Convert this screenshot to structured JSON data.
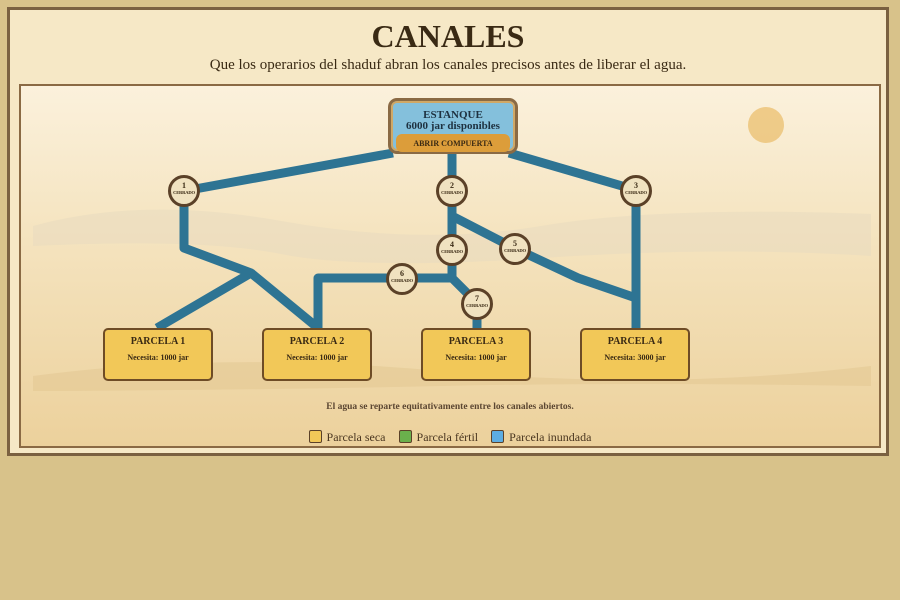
{
  "header": {
    "title": "CANALES",
    "subtitle": "Que los operarios del shaduf abran los canales precisos antes de liberar el agua."
  },
  "pond": {
    "title": "ESTANQUE",
    "amount": "6000 jar disponibles",
    "button_label": "ABRIR COMPUERTA"
  },
  "gates": [
    {
      "number": "1",
      "status": "CERRADO"
    },
    {
      "number": "2",
      "status": "CERRADO"
    },
    {
      "number": "3",
      "status": "CERRADO"
    },
    {
      "number": "4",
      "status": "CERRADO"
    },
    {
      "number": "5",
      "status": "CERRADO"
    },
    {
      "number": "6",
      "status": "CERRADO"
    },
    {
      "number": "7",
      "status": "CERRADO"
    }
  ],
  "plots": [
    {
      "name": "PARCELA 1",
      "need": "Necesita: 1000 jar"
    },
    {
      "name": "PARCELA 2",
      "need": "Necesita: 1000 jar"
    },
    {
      "name": "PARCELA 3",
      "need": "Necesita: 1000 jar"
    },
    {
      "name": "PARCELA 4",
      "need": "Necesita: 3000 jar"
    }
  ],
  "note": "El agua se reparte equitativamente entre los canales abiertos.",
  "legend": [
    {
      "label": "Parcela seca",
      "color": "#f2c858"
    },
    {
      "label": "Parcela fértil",
      "color": "#6ab04c"
    },
    {
      "label": "Parcela inundada",
      "color": "#5dade2"
    }
  ],
  "colors": {
    "canal": "#2e7493",
    "pond": "#84c0dc",
    "plot_dry": "#f2c858",
    "gate_border": "#5b4128"
  }
}
